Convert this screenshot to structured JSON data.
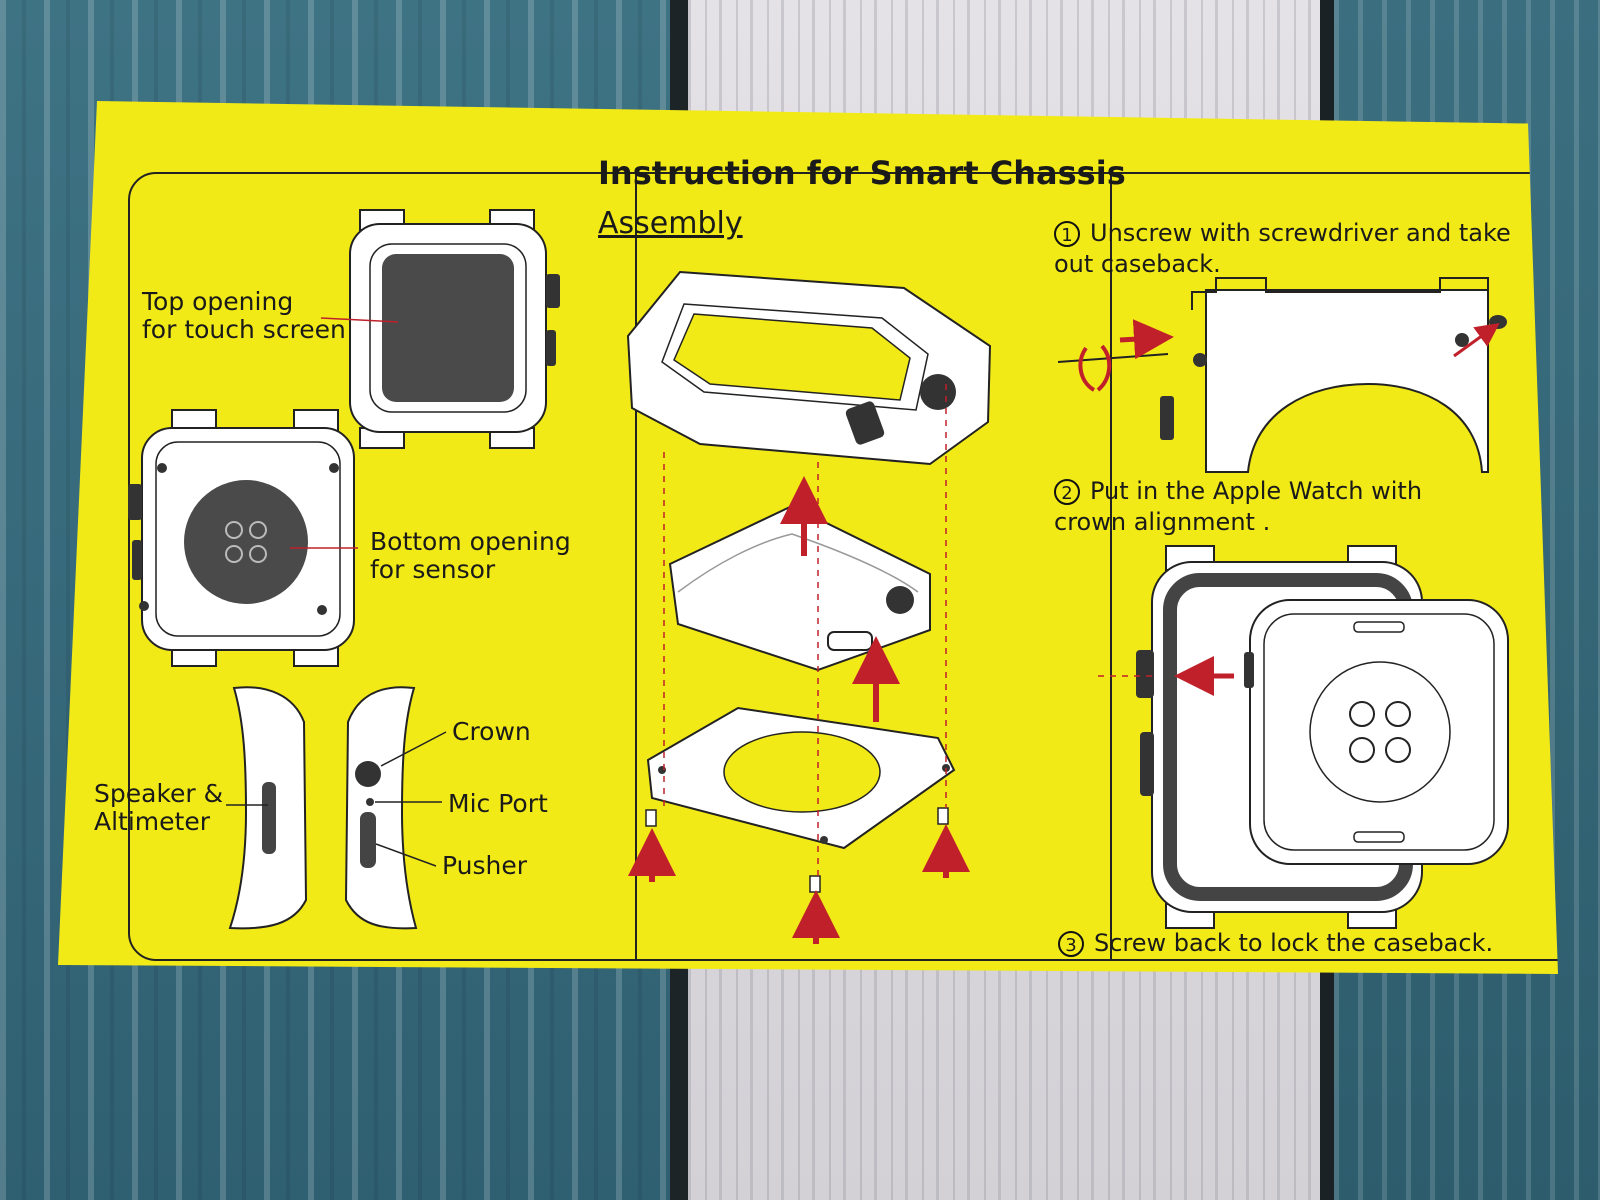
{
  "sheet": {
    "title": "Instruction for Smart Chassis",
    "subtitle": "Assembly"
  },
  "labels": {
    "top_opening": [
      "Top opening",
      "for touch screen"
    ],
    "bottom_opening": [
      "Bottom opening",
      "for sensor"
    ],
    "speaker": [
      "Speaker &",
      "Altimeter"
    ],
    "crown": "Crown",
    "mic_port": "Mic Port",
    "pusher": "Pusher"
  },
  "steps": [
    {
      "num": "1",
      "text": "Unscrew with screwdriver and take out caseback."
    },
    {
      "num": "2",
      "text": "Put in the Apple Watch with crown alignment ."
    },
    {
      "num": "3",
      "text": "Screw back to lock the caseback."
    }
  ],
  "colors": {
    "paper": "#f2ea17",
    "arrow": "#c0202a",
    "ink": "#222222"
  }
}
